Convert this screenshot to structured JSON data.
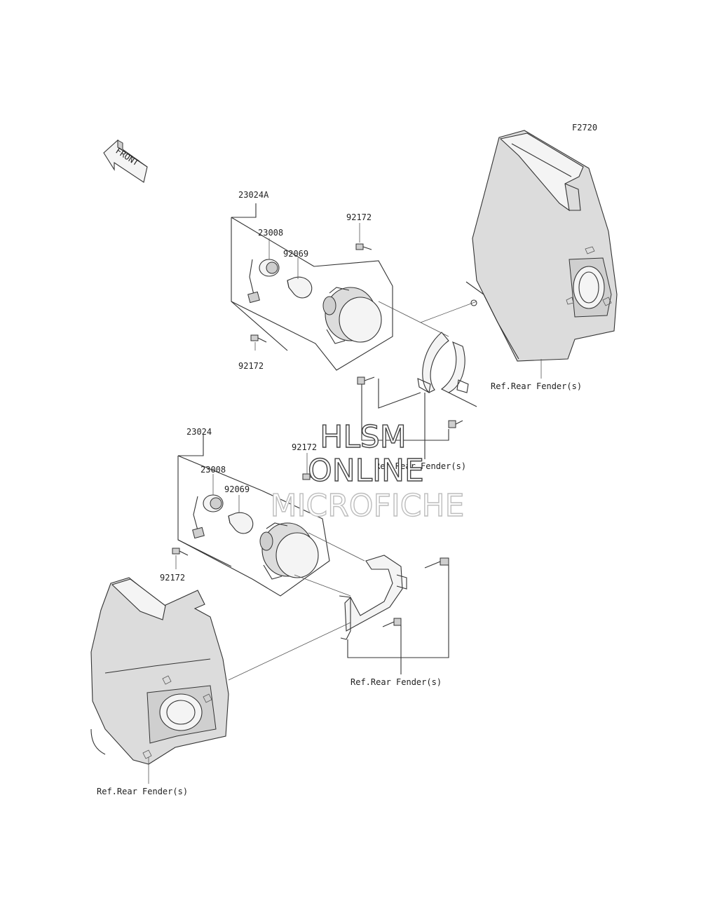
{
  "figure_code": "F2720",
  "front_arrow_text": "FRONT",
  "watermark": {
    "line1": "HLSM",
    "line2": "ONLINE",
    "line3": "MICROFICHE"
  },
  "labels": {
    "assy_upper": "23024A",
    "assy_lower": "23024",
    "socket_upper": "23008",
    "socket_lower": "23008",
    "bulb_upper": "92069",
    "bulb_lower": "92069",
    "screw_upper_top": "92172",
    "screw_upper_left": "92172",
    "screw_lower_top": "92172",
    "screw_lower_left": "92172",
    "ref_fender_upper_right": "Ref.Rear Fender(s)",
    "ref_fender_middle": "Ref.Rear Fender(s)",
    "ref_fender_lower_bracket": "Ref.Rear Fender(s)",
    "ref_fender_lower_left": "Ref.Rear Fender(s)"
  }
}
